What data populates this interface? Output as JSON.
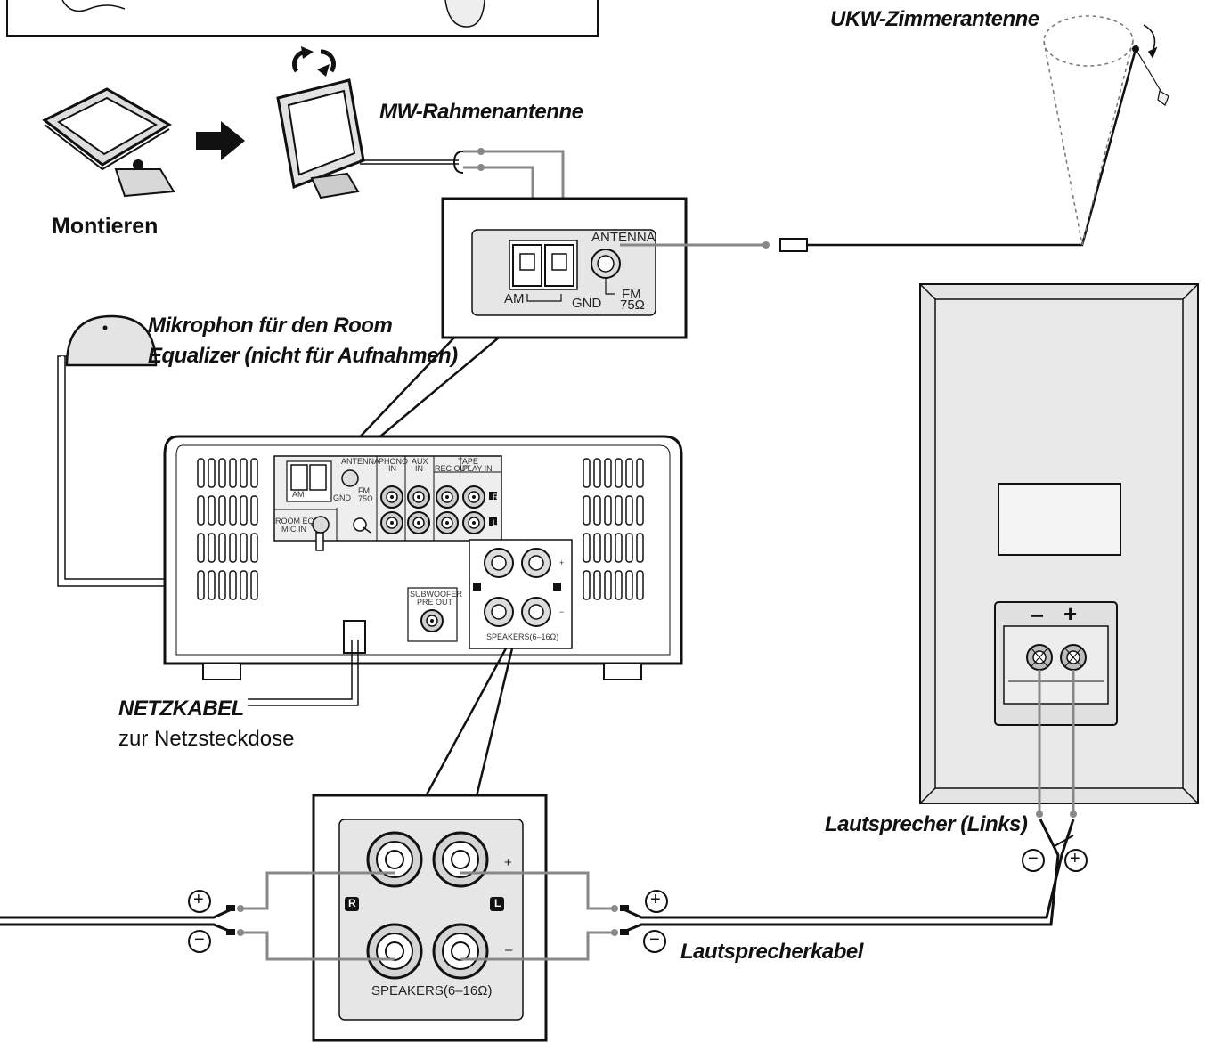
{
  "labels": {
    "fm_antenna": "UKW-Zimmerantenne",
    "am_antenna": "MW-Rahmenantenne",
    "assemble": "Montieren",
    "mic_line1": "Mikrophon für den Room",
    "mic_line2": "Equalizer (nicht für Aufnahmen)",
    "power_cable": "NETZKABEL",
    "to_outlet": "zur Netzsteckdose",
    "speaker_left": "Lautsprecher (Links)",
    "speaker_cable": "Lautsprecherkabel"
  },
  "antenna_panel": {
    "antenna": "ANTENNA",
    "am": "AM",
    "gnd": "GND",
    "fm": "FM",
    "impedance": "75Ω"
  },
  "rear_panel": {
    "antenna": "ANTENNA",
    "phono": "PHONO",
    "phono_in": "IN",
    "aux": "AUX",
    "aux_in": "IN",
    "tape": "TAPE",
    "rec_out": "REC OUT",
    "play_in": "PLAY IN",
    "am": "AM",
    "gnd": "GND",
    "fm": "FM",
    "fm_imp": "75Ω",
    "room_eq": "ROOM EQ",
    "mic_in": "MIC IN",
    "subwoofer": "SUBWOOFER",
    "pre_out": "PRE OUT",
    "speakers": "SPEAKERS(6–16Ω)",
    "r": "R",
    "l": "L",
    "plus": "+",
    "minus": "−"
  },
  "speaker_panel": {
    "speakers": "SPEAKERS(6–16Ω)",
    "plus": "+",
    "minus": "–",
    "r": "R",
    "l": "L"
  },
  "speaker_terminal": {
    "minus": "−",
    "plus": "+"
  },
  "polarity": {
    "plus": "+",
    "minus": "−"
  },
  "colors": {
    "line": "#111111",
    "wire": "#888888",
    "panel_fill": "#e6e6e6",
    "speaker_fill": "#e4e4e4"
  }
}
